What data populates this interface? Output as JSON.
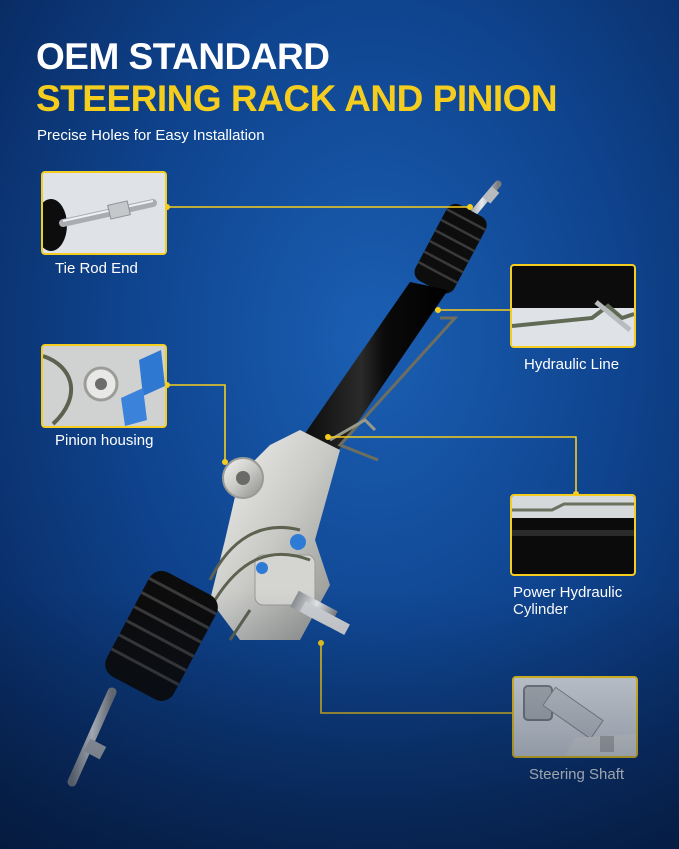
{
  "header": {
    "title_line1": "OEM STANDARD",
    "title_line2": "STEERING RACK AND PINION",
    "subtitle": "Precise Holes for Easy Installation"
  },
  "callouts": [
    {
      "label": "Tie Rod End",
      "icon": "tie-rod-end-closeup"
    },
    {
      "label": "Hydraulic Line",
      "icon": "hydraulic-line-closeup"
    },
    {
      "label": "Pinion housing",
      "icon": "pinion-housing-closeup"
    },
    {
      "label": "Power Hydraulic Cylinder",
      "icon": "hydraulic-cylinder-closeup"
    },
    {
      "label": "Steering Shaft",
      "icon": "steering-shaft-closeup"
    }
  ],
  "colors": {
    "accent": "#f5cd1e",
    "background": "#0f4590",
    "text": "#ffffff"
  }
}
